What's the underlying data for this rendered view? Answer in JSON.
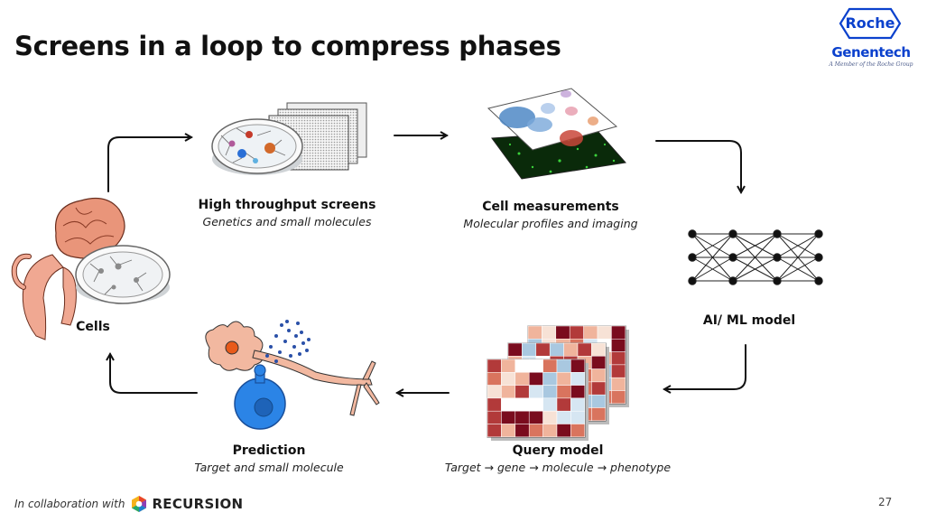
{
  "slide": {
    "title": "Screens in a loop to compress phases",
    "page_number": "27"
  },
  "logo": {
    "roche": "Roche",
    "genentech": "Genentech",
    "tagline": "A Member of the Roche Group",
    "color": "#0b41cd"
  },
  "stages": {
    "cells": {
      "title": "Cells"
    },
    "screens": {
      "title": "High throughput screens",
      "subtitle": "Genetics and small molecules"
    },
    "measurements": {
      "title": "Cell measurements",
      "subtitle": "Molecular profiles and imaging"
    },
    "model": {
      "title": "AI/ ML model"
    },
    "query": {
      "title": "Query model",
      "subtitle": "Target → gene → molecule → phenotype"
    },
    "prediction": {
      "title": "Prediction",
      "subtitle": "Target and small molecule"
    }
  },
  "footer": {
    "collab_text": "In collaboration with",
    "partner": "RECURSION"
  }
}
